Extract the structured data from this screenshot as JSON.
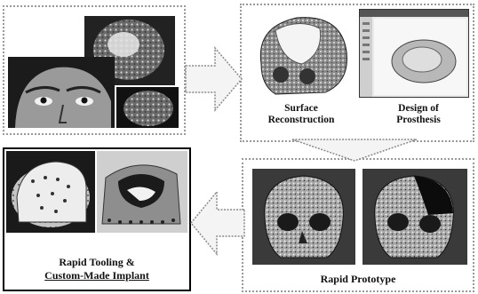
{
  "panels": {
    "surface_reconstruction": {
      "caption_line1": "Surface",
      "caption_line2": "Reconstruction"
    },
    "design_of_prosthesis": {
      "caption_line1": "Design of",
      "caption_line2": "Prosthesis"
    },
    "rapid_prototype": {
      "caption": "Rapid Prototype"
    },
    "rapid_tooling": {
      "caption_line1": "Rapid Tooling &",
      "caption_line2": "Custom-Made Implant"
    }
  },
  "colors": {
    "arrow_fill": "#f4f4f4",
    "arrow_stroke": "#8a8a8a",
    "panel_border": "#9a9a9a",
    "highlight_border": "#000000"
  },
  "icons": [
    "ct-scan-photo",
    "skull-3d-model",
    "cad-design-screen",
    "skull-rapid-prototype",
    "implant-mold-photo"
  ]
}
